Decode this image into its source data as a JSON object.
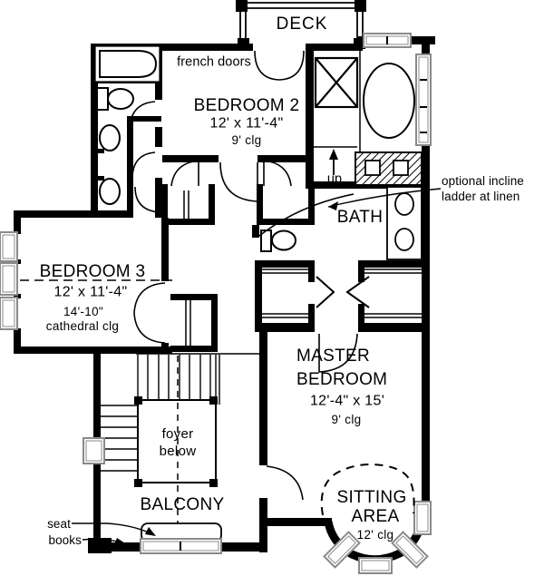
{
  "rooms": {
    "deck": {
      "name": "DECK"
    },
    "bedroom2": {
      "name": "BEDROOM 2",
      "dimensions": "12' x 11'-4\"",
      "ceiling": "9' clg"
    },
    "bath": {
      "name": "BATH"
    },
    "bedroom3": {
      "name": "BEDROOM 3",
      "dimensions": "12' x 11'-4\"",
      "dimensions2": "14'-10\"",
      "ceiling": "cathedral clg"
    },
    "master_bedroom": {
      "name_line1": "MASTER",
      "name_line2": "BEDROOM",
      "dimensions": "12'-4\" x 15'",
      "ceiling": "9' clg"
    },
    "foyer": {
      "name_line1": "foyer",
      "name_line2": "below"
    },
    "balcony": {
      "name": "BALCONY"
    },
    "sitting_area": {
      "name_line1": "SITTING",
      "name_line2": "AREA",
      "ceiling": "12' clg"
    }
  },
  "annotations": {
    "french_doors": "french doors",
    "stairs_up": "up",
    "ladder_note_line1": "optional incline",
    "ladder_note_line2": "ladder at linen",
    "seat_note": "seat",
    "books_note": "books"
  },
  "colors": {
    "wall": "#000000",
    "background": "#ffffff",
    "window_frame": "#8a8a8a"
  }
}
